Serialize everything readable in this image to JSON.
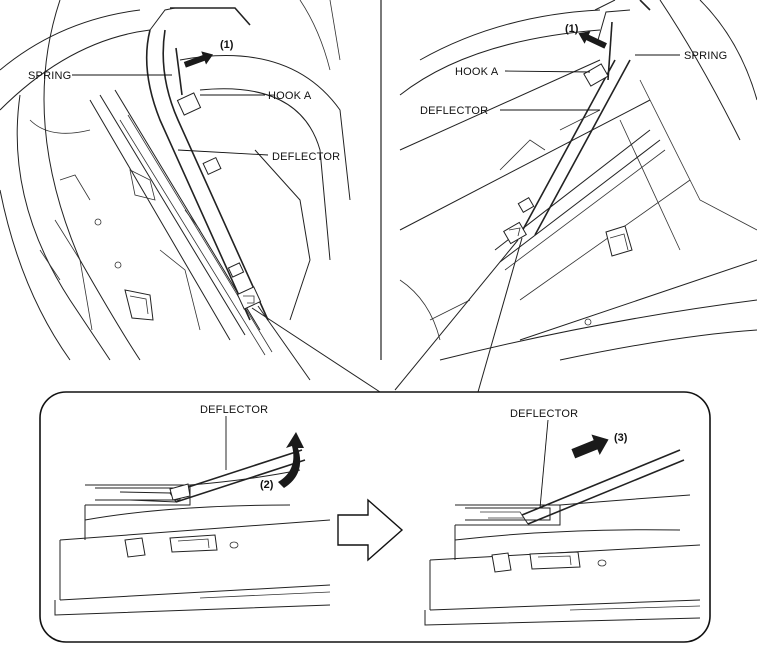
{
  "labels": {
    "left_spring": "SPRING",
    "left_hook": "HOOK A",
    "left_deflector": "DEFLECTOR",
    "left_step": "(1)",
    "right_spring": "SPRING",
    "right_hook": "HOOK A",
    "right_deflector": "DEFLECTOR",
    "right_step": "(1)",
    "detail_left_deflector": "DEFLECTOR",
    "detail_left_step": "(2)",
    "detail_right_deflector": "DEFLECTOR",
    "detail_right_step": "(3)"
  },
  "icons": {
    "arrow": "arrow-icon",
    "next": "arrow-right-icon"
  },
  "colors": {
    "line": "#222222",
    "arrow_fill": "#1a1a1a",
    "background": "#ffffff"
  }
}
